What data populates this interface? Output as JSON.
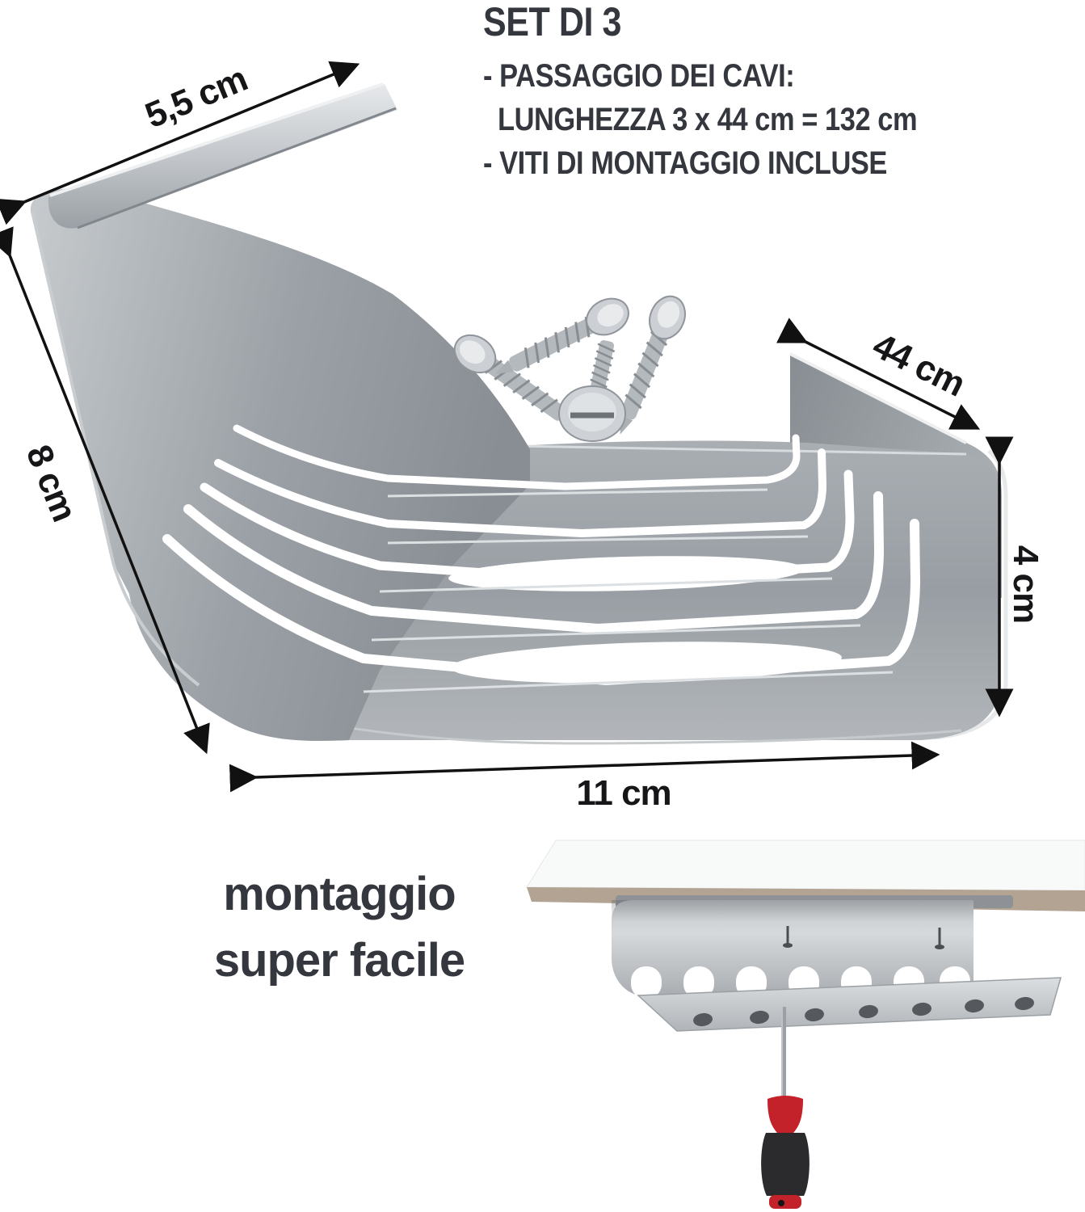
{
  "info_panel": {
    "title": "SET DI 3",
    "bullet1_line1": "- PASSAGGIO DEI CAVI:",
    "bullet1_line2": "LUNGHEZZA 3 x 44 cm = 132 cm",
    "bullet2": "- VITI DI MONTAGGIO INCLUSE"
  },
  "dimensions": {
    "flange_width": "5,5 cm",
    "side_height": "8 cm",
    "length": "44 cm",
    "back_height": "4 cm",
    "depth": "11 cm"
  },
  "caption": {
    "line1": "montaggio",
    "line2": "super facile"
  },
  "figures": [
    {
      "name": "cable-tray-figure"
    },
    {
      "name": "mounting-screws-figure"
    },
    {
      "name": "under-desk-mounting-illustration"
    },
    {
      "name": "screwdriver-figure"
    }
  ],
  "colors": {
    "metal_gray": "#9aa0a6",
    "metal_light": "#d8dbde",
    "text_dark": "#34373d",
    "label_black": "#161619",
    "arrow_black": "#111111",
    "desk_tan": "#b2a393",
    "screwdriver_red": "#c4222a",
    "screwdriver_grip": "#2b2b2e"
  }
}
